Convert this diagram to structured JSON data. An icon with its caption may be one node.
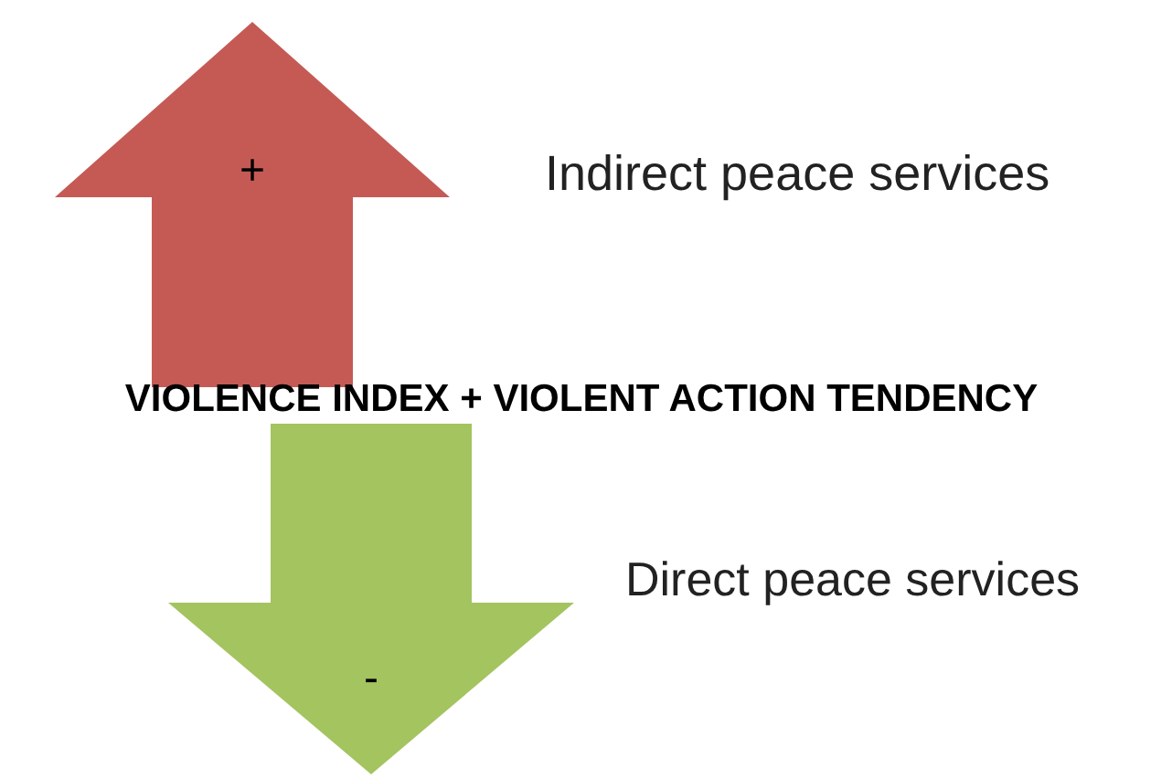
{
  "diagram": {
    "nodes": [
      {
        "text": [
          "+"
        ],
        "beside": [
          "Indirect peace services"
        ]
      },
      {
        "text": [
          "-"
        ],
        "beside": [
          "Direct peace services"
        ]
      }
    ],
    "labels": [
      "VIOLENCE INDEX + VIOLENT ACTION TENDENCY"
    ]
  }
}
